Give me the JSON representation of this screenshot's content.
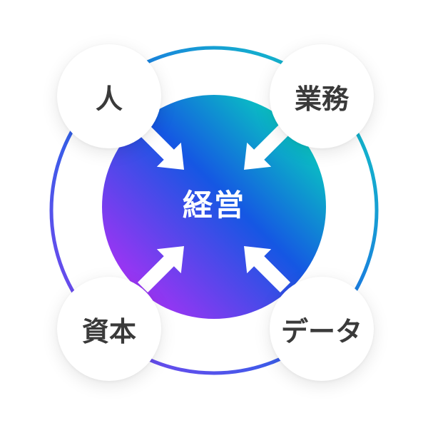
{
  "center": {
    "label": "経営"
  },
  "nodes": [
    {
      "label": "人"
    },
    {
      "label": "業務"
    },
    {
      "label": "資本"
    },
    {
      "label": "データ"
    }
  ],
  "colors": {
    "ring_start": "#8a3ff0",
    "ring_mid": "#1d67e6",
    "ring_end": "#0fd6c0",
    "center_purple": "#9a35f3",
    "center_blue": "#1557e3",
    "center_teal": "#08d3bd",
    "node_text": "#3a3a3a",
    "center_text": "#ffffff"
  }
}
